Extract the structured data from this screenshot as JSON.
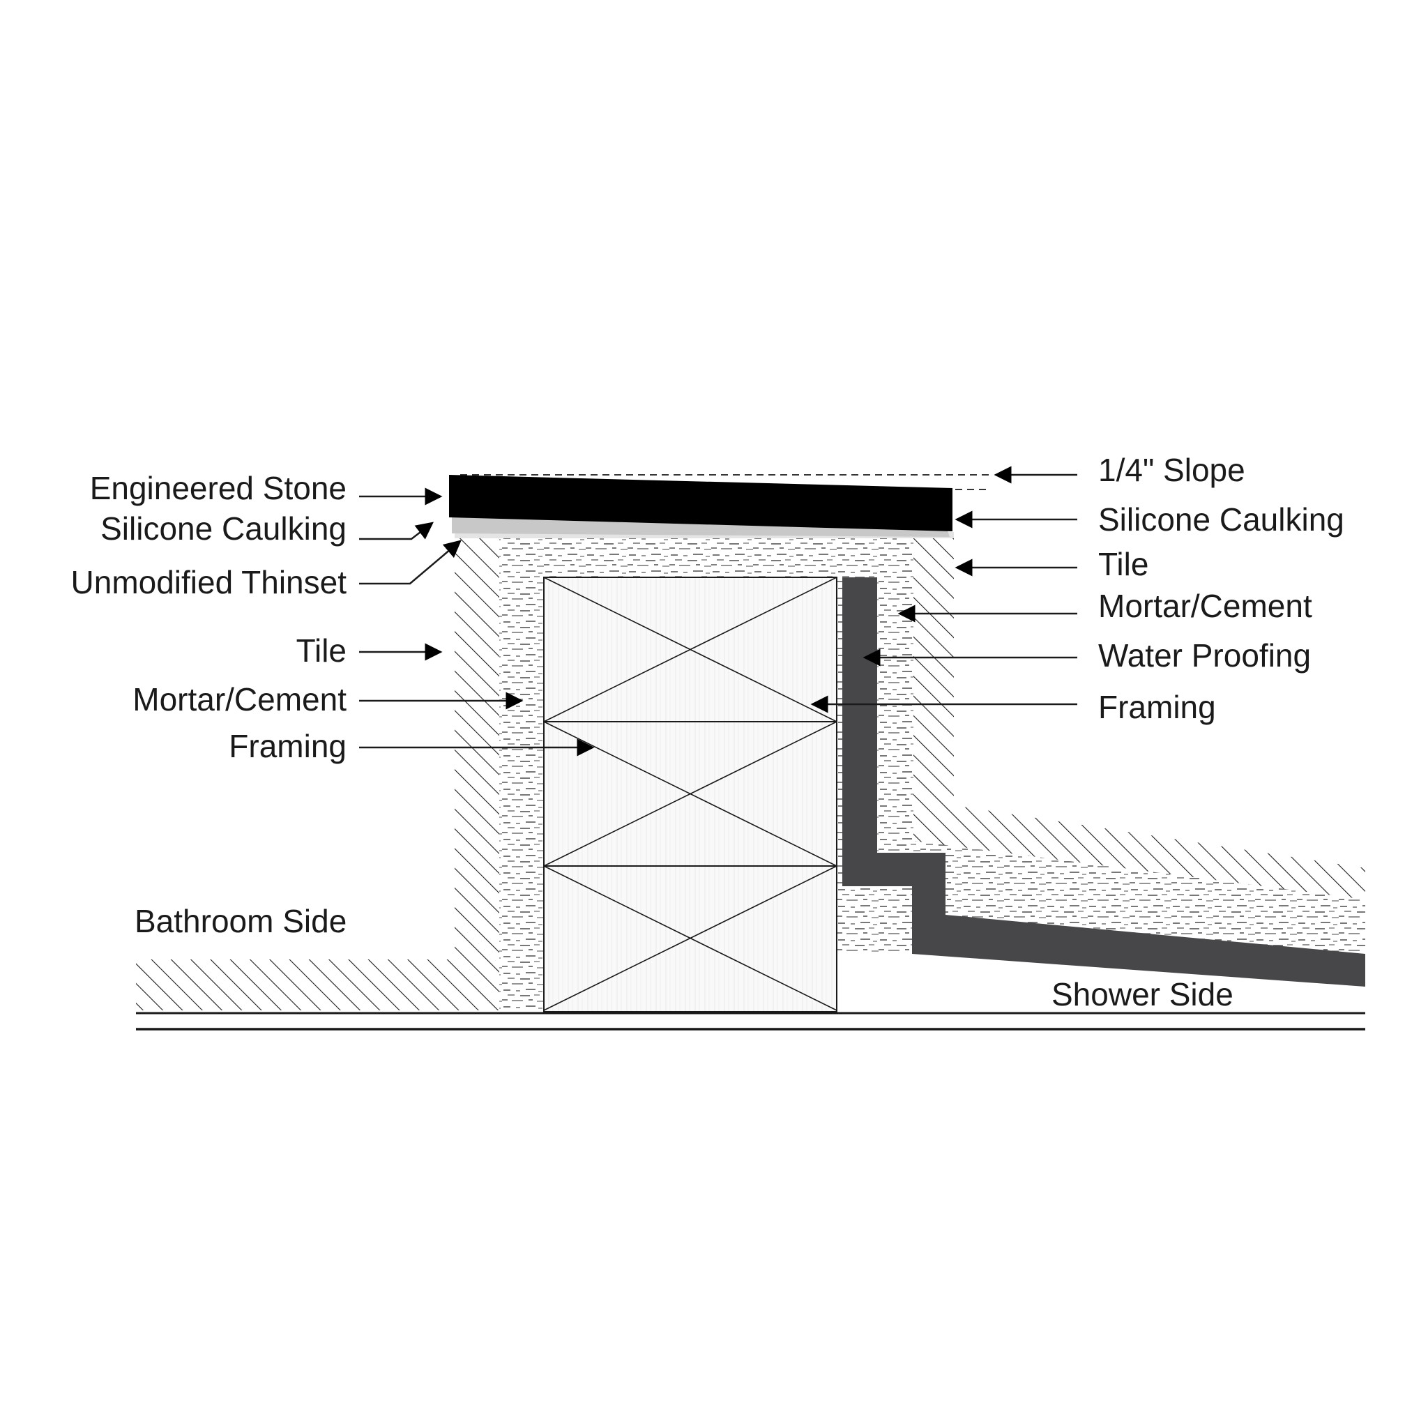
{
  "labels": {
    "left": {
      "engineered_stone": "Engineered Stone",
      "silicone_caulking": "Silicone Caulking",
      "unmodified_thinset": "Unmodified Thinset",
      "tile": "Tile",
      "mortar_cement": "Mortar/Cement",
      "framing": "Framing"
    },
    "right": {
      "slope": "1/4\" Slope",
      "silicone_caulking": "Silicone Caulking",
      "tile": "Tile",
      "mortar_cement": "Mortar/Cement",
      "water_proofing": "Water Proofing",
      "framing": "Framing"
    },
    "bathroom_side": "Bathroom Side",
    "shower_side": "Shower Side"
  },
  "colors": {
    "stone": "#000000",
    "caulking": "#c8c8c8",
    "waterproofing": "#47474a",
    "line": "#1a1a1a"
  }
}
